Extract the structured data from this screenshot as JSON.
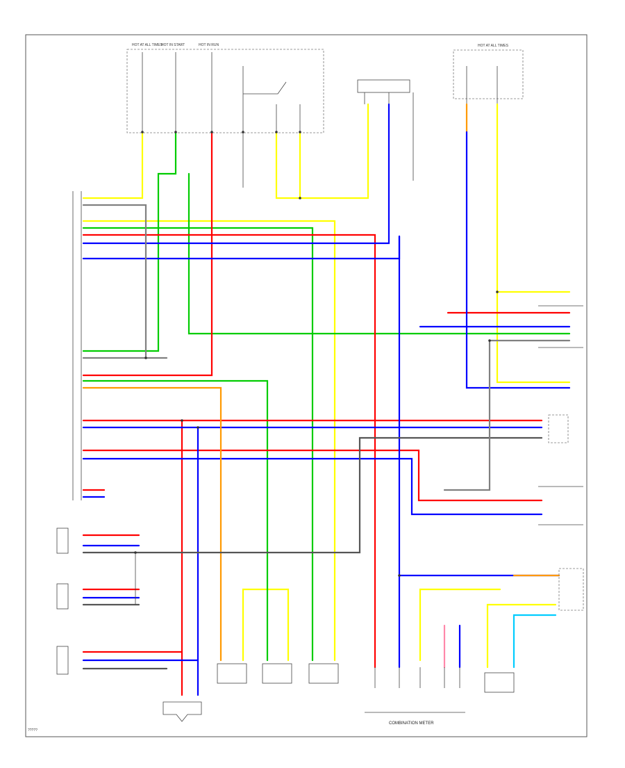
{
  "diagram": {
    "footer_code": "?????",
    "bottom_label": "COMBINATION METER",
    "fuse_block_labels": [
      "HOT AT ALL TIMES",
      "HOT IN START",
      "HOT IN RUN"
    ],
    "right_fuse_label": "HOT AT ALL TIMES",
    "colors": {
      "red": "#ff0000",
      "blue": "#0000ff",
      "yellow": "#ffff00",
      "green": "#00cc00",
      "orange": "#ff9900",
      "gray": "#808080",
      "black": "#000000",
      "pink": "#ff88aa",
      "cyan": "#00ccff"
    }
  }
}
